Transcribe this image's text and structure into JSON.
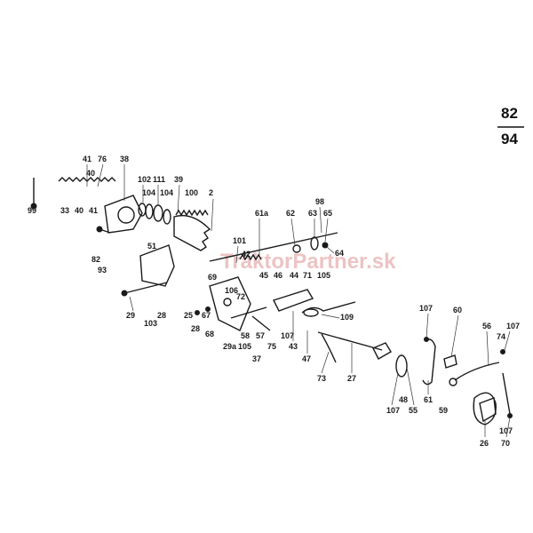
{
  "page_ref": {
    "top": "82",
    "bottom": "94"
  },
  "watermark": "TraktorPartner.sk",
  "labels": [
    "99",
    "41",
    "76",
    "40",
    "38",
    "33",
    "40",
    "41",
    "102",
    "111",
    "39",
    "104",
    "104",
    "100",
    "2",
    "98",
    "61a",
    "62",
    "63",
    "65",
    "64",
    "82",
    "93",
    "51",
    "101",
    "42",
    "45",
    "46",
    "44",
    "71",
    "105",
    "69",
    "106",
    "72",
    "29",
    "103",
    "28",
    "25",
    "67",
    "28",
    "68",
    "107",
    "60",
    "109",
    "56",
    "74",
    "107",
    "58",
    "105",
    "57",
    "75",
    "107",
    "43",
    "29a",
    "37",
    "47",
    "73",
    "27",
    "107",
    "48",
    "55",
    "61",
    "59",
    "107",
    "26",
    "70"
  ]
}
